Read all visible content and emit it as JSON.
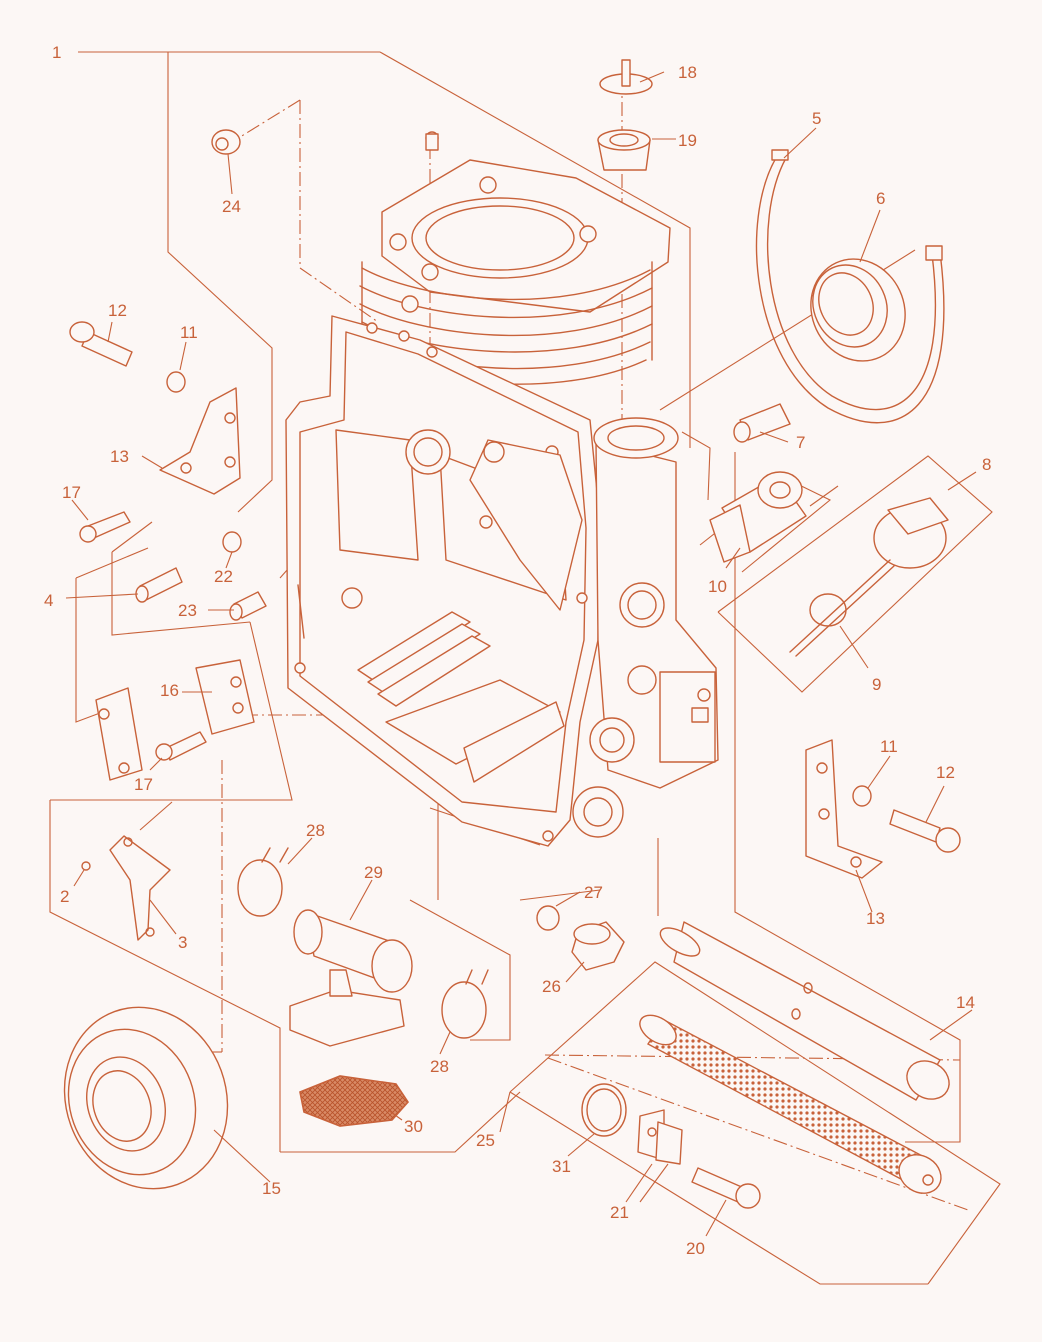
{
  "colors": {
    "line": "#c8623a",
    "background": "#fcf7f5"
  },
  "callouts": [
    {
      "id": "c1",
      "text": "1"
    },
    {
      "id": "c2",
      "text": "2"
    },
    {
      "id": "c3",
      "text": "3"
    },
    {
      "id": "c4",
      "text": "4"
    },
    {
      "id": "c5",
      "text": "5"
    },
    {
      "id": "c6",
      "text": "6"
    },
    {
      "id": "c7",
      "text": "7"
    },
    {
      "id": "c8",
      "text": "8"
    },
    {
      "id": "c9",
      "text": "9"
    },
    {
      "id": "c10",
      "text": "10"
    },
    {
      "id": "c11a",
      "text": "11"
    },
    {
      "id": "c11b",
      "text": "11"
    },
    {
      "id": "c12a",
      "text": "12"
    },
    {
      "id": "c12b",
      "text": "12"
    },
    {
      "id": "c13a",
      "text": "13"
    },
    {
      "id": "c13b",
      "text": "13"
    },
    {
      "id": "c14",
      "text": "14"
    },
    {
      "id": "c15",
      "text": "15"
    },
    {
      "id": "c16",
      "text": "16"
    },
    {
      "id": "c17a",
      "text": "17"
    },
    {
      "id": "c17b",
      "text": "17"
    },
    {
      "id": "c18",
      "text": "18"
    },
    {
      "id": "c19",
      "text": "19"
    },
    {
      "id": "c20",
      "text": "20"
    },
    {
      "id": "c21",
      "text": "21"
    },
    {
      "id": "c22",
      "text": "22"
    },
    {
      "id": "c23",
      "text": "23"
    },
    {
      "id": "c24",
      "text": "24"
    },
    {
      "id": "c25",
      "text": "25"
    },
    {
      "id": "c26",
      "text": "26"
    },
    {
      "id": "c27",
      "text": "27"
    },
    {
      "id": "c28a",
      "text": "28"
    },
    {
      "id": "c28b",
      "text": "28"
    },
    {
      "id": "c29",
      "text": "29"
    },
    {
      "id": "c30",
      "text": "30"
    },
    {
      "id": "c31",
      "text": "31"
    }
  ]
}
